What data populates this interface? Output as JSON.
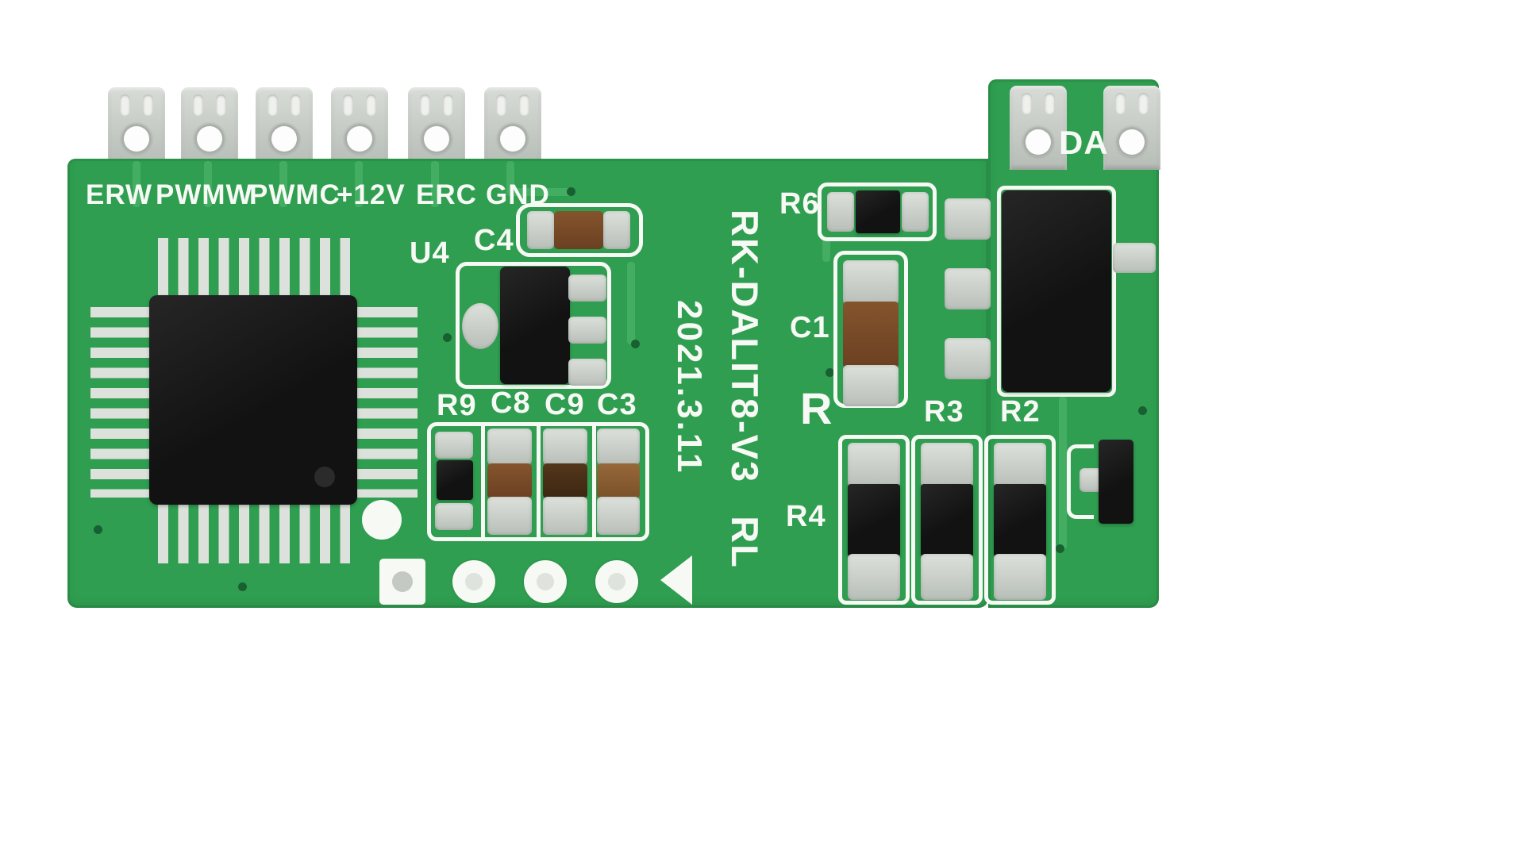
{
  "pcb": {
    "terminal_labels": [
      "ERW",
      "PWMW",
      "PWMC",
      "+12V",
      "ERC",
      "GND"
    ],
    "da_label": "DA",
    "ref_labels": {
      "u4": "U4",
      "c4": "C4",
      "r9": "R9",
      "c8": "C8",
      "c9": "C9",
      "c3": "C3",
      "r6": "R6",
      "c1": "C1",
      "r": "R",
      "r3": "R3",
      "r2": "R2",
      "r4": "R4"
    },
    "markings": {
      "model": "RK-DALIT8-V3 RL",
      "date": "2021.3.11"
    },
    "colors": {
      "background": "#ffffff",
      "pcb_green": "#2f9e50",
      "trace_green": "#46ae64",
      "silk_white": "#f7f9f4",
      "metal_light": "#dde1dc",
      "metal_dark": "#b8beb8",
      "component_black": "#121212",
      "cap_brown": "#84542c",
      "cap_brown_dark": "#54371b",
      "cap_brown_light": "#96683a",
      "via_green": "#186031"
    }
  }
}
